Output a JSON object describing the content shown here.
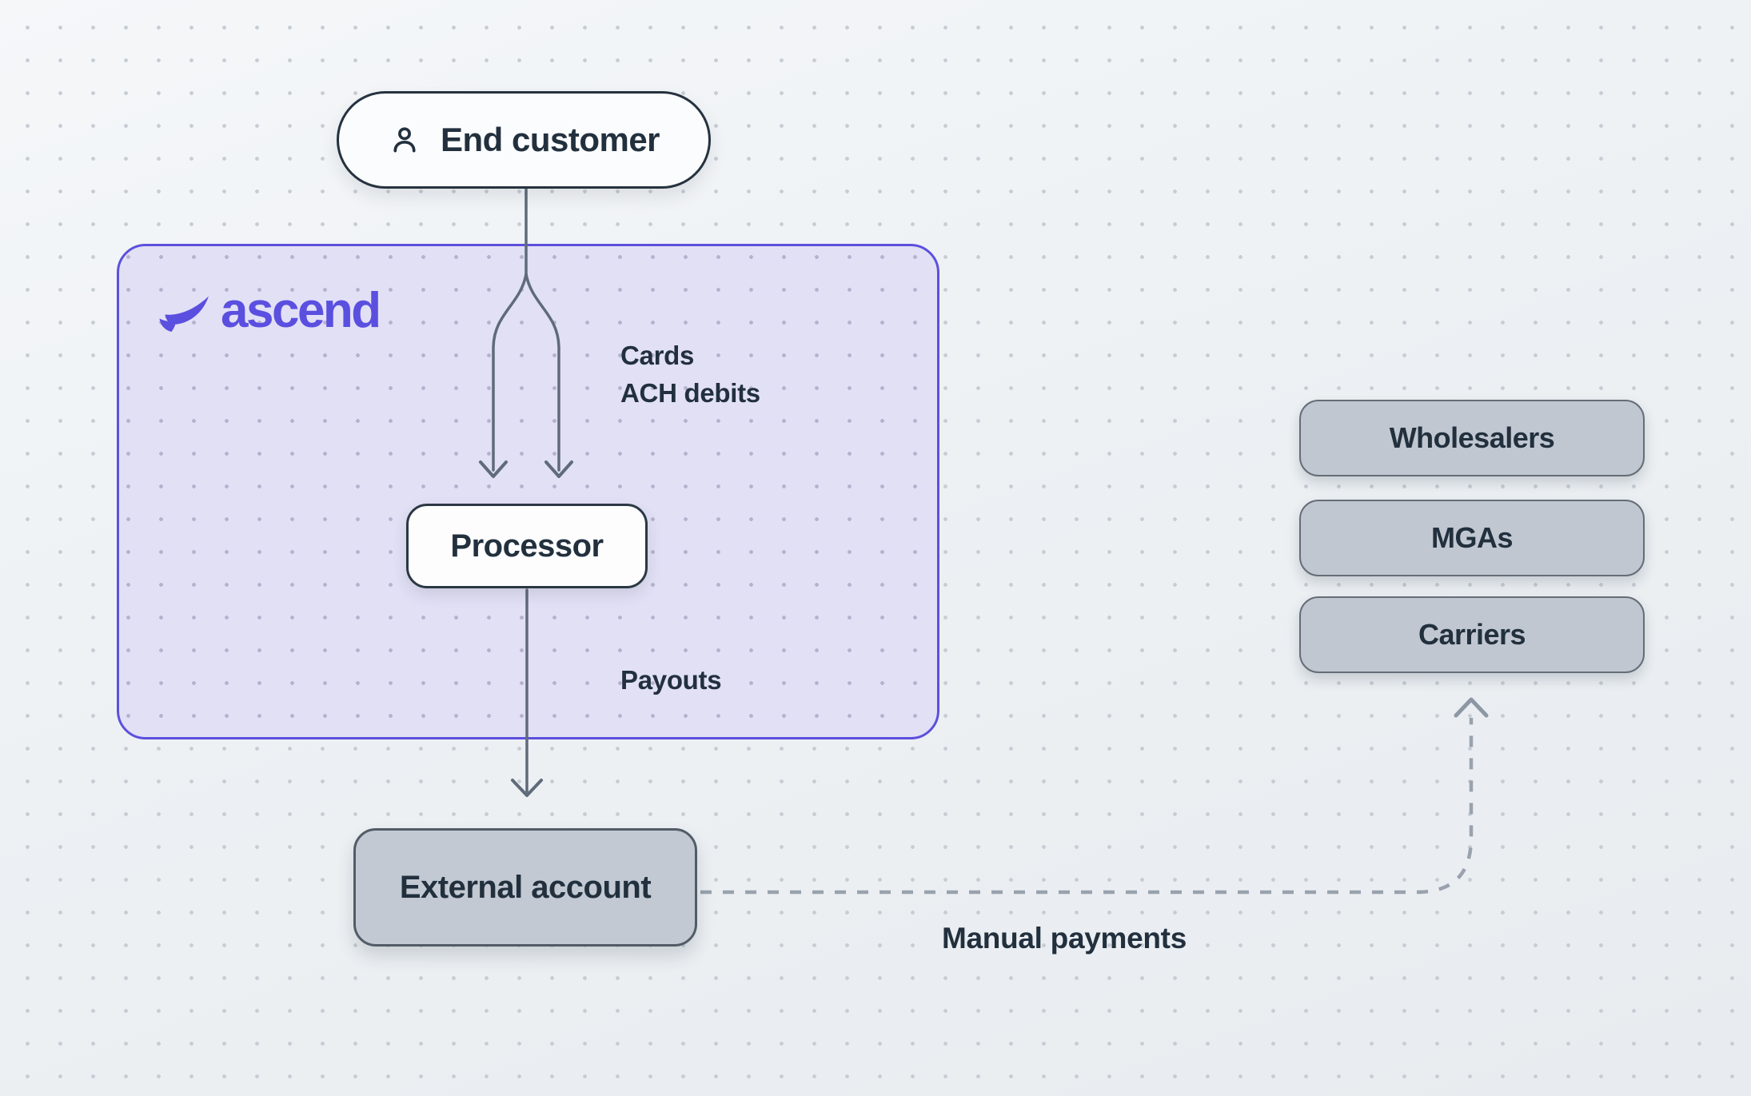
{
  "panel": {
    "brand": "ascend",
    "brand_icon": "ascend-swoosh-icon",
    "accent_color": "#5b4fe0",
    "fill_color": "#e2e0f5",
    "border_color": "#5d50dd"
  },
  "nodes": {
    "end_customer": {
      "label": "End customer",
      "icon": "person-icon"
    },
    "processor": {
      "label": "Processor"
    },
    "external_account": {
      "label": "External account"
    },
    "recipients": [
      {
        "label": "Wholesalers"
      },
      {
        "label": "MGAs"
      },
      {
        "label": "Carriers"
      }
    ]
  },
  "edge_labels": {
    "customer_to_processor": [
      "Cards",
      "ACH debits"
    ],
    "processor_to_external": "Payouts",
    "external_to_recipients": "Manual payments"
  },
  "style": {
    "connector_color": "#5f6b79",
    "dashed_connector_color": "#99a2ad",
    "node_text_color": "#22303e",
    "gray_node_fill": "#c2c9d3",
    "background_color": "#edf0f4"
  }
}
